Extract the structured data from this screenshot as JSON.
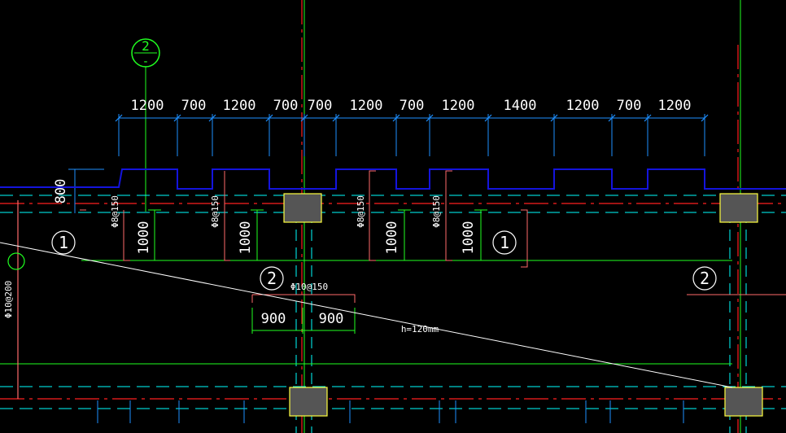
{
  "colors": {
    "background": "#000000",
    "dimension_line": "#1e90ff",
    "beam_outline": "#1414dc",
    "axis_red": "#ff2020",
    "axis_green": "#20ff20",
    "axis_cyan": "#00ffff",
    "column_fill": "#555555",
    "column_edge": "#ffff40",
    "rebar_marker": "#ff6a6a",
    "text": "#ffffff"
  },
  "top_dimensions": [
    "1200",
    "700",
    "1200",
    "700",
    "700",
    "1200",
    "700",
    "1200",
    "1400",
    "1200",
    "700",
    "1200"
  ],
  "vertical_dimension": "800",
  "axis_bubble": {
    "label": "2",
    "sub": "-"
  },
  "rebar_labels": {
    "phi8_a": "Φ8@150",
    "phi8_b": "Φ8@150",
    "phi8_c": "Φ8@150",
    "phi8_d": "Φ8@150",
    "phi10_mid": "Φ10@150",
    "phi10_left": "Φ10@200"
  },
  "length_labels": [
    "1000",
    "1000",
    "1000",
    "1000"
  ],
  "middle_dimensions": [
    "900",
    "900"
  ],
  "section_markers": [
    "1",
    "1",
    "2",
    "2"
  ],
  "slab_thickness": "h=120mm"
}
